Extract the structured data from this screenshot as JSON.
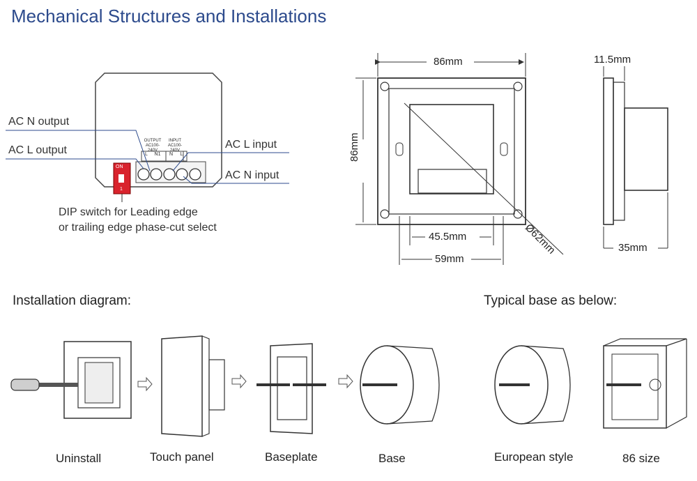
{
  "title": "Mechanical Structures and Installations",
  "wiring": {
    "ac_n_output": "AC N output",
    "ac_l_output": "AC L output",
    "ac_l_input": "AC L input",
    "ac_n_input": "AC N input",
    "output_header": "OUTPUT",
    "output_voltage": "AC100-240V",
    "input_header": "INPUT",
    "input_voltage": "AC100-240V",
    "terminals": [
      "L",
      "N1",
      "N",
      "L"
    ],
    "dip_on": "ON",
    "dip_num": "1",
    "dip_line1": "DIP switch for Leading edge",
    "dip_line2": "or trailing edge phase-cut select"
  },
  "dimensions": {
    "width": "86mm",
    "height": "86mm",
    "inner_width": "45.5mm",
    "outer_width": "59mm",
    "diameter": "Ø62mm",
    "thickness": "11.5mm",
    "depth": "35mm"
  },
  "installation_title": "Installation diagram:",
  "typical_base_title": "Typical base as below:",
  "captions": {
    "uninstall": "Uninstall",
    "touch_panel": "Touch panel",
    "baseplate": "Baseplate",
    "base": "Base",
    "european": "European style",
    "size86": "86 size"
  }
}
